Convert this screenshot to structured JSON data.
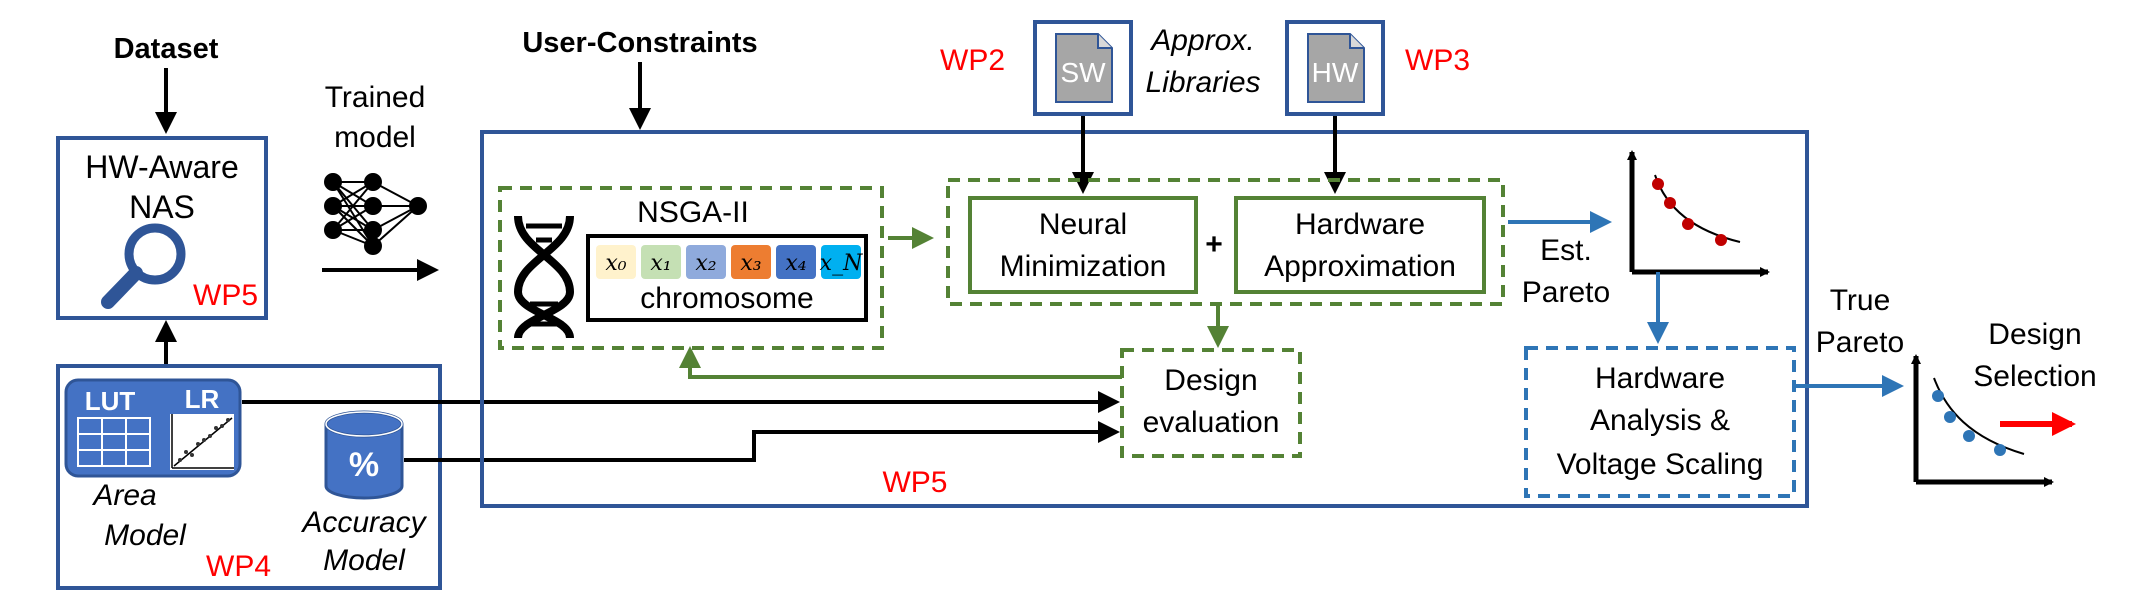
{
  "labels": {
    "dataset": "Dataset",
    "hw_aware_line1": "HW-Aware",
    "hw_aware_line2": "NAS",
    "wp5_nas": "WP5",
    "trained_line1": "Trained",
    "trained_line2": "model",
    "user_constraints": "User-Constraints",
    "wp2": "WP2",
    "sw": "SW",
    "approx_line1": "Approx.",
    "approx_line2": "Libraries",
    "hw": "HW",
    "wp3": "WP3",
    "nsga": "NSGA-II",
    "chromosome": "chromosome",
    "neural_line1": "Neural",
    "neural_line2": "Minimization",
    "plus": "+",
    "hwapprox_line1": "Hardware",
    "hwapprox_line2": "Approximation",
    "est_line1": "Est.",
    "est_line2": "Pareto",
    "true_line1": "True",
    "true_line2": "Pareto",
    "design_sel_line1": "Design",
    "design_sel_line2": "Selection",
    "design_eval_line1": "Design",
    "design_eval_line2": "evaluation",
    "hw_analysis_line1": "Hardware",
    "hw_analysis_line2": "Analysis &",
    "hw_analysis_line3": "Voltage Scaling",
    "wp5_main": "WP5",
    "lut": "LUT",
    "lr": "LR",
    "area_line1": "Area",
    "area_line2": "Model",
    "wp4": "WP4",
    "percent": "%",
    "accuracy_line1": "Accuracy",
    "accuracy_line2": "Model"
  },
  "genes": [
    {
      "label": "x₀",
      "color": "#fff2cc"
    },
    {
      "label": "x₁",
      "color": "#c5e0b4"
    },
    {
      "label": "x₂",
      "color": "#8faadc"
    },
    {
      "label": "x₃",
      "color": "#ed7d31"
    },
    {
      "label": "x₄",
      "color": "#4472c4"
    },
    {
      "label": "x_N",
      "color": "#00b0f0"
    }
  ],
  "colors": {
    "blue_box": "#2f5597",
    "green": "#548235",
    "arrow_blue": "#2e75b6",
    "red": "#ff0000",
    "model_fill": "#4472c4"
  }
}
